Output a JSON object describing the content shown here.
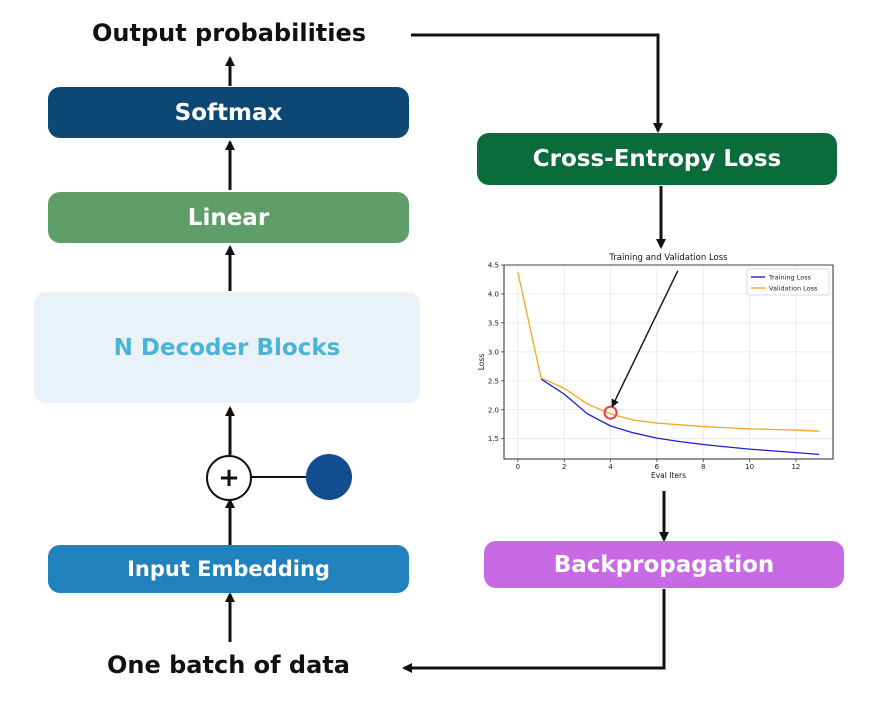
{
  "labels": {
    "output": "Output probabilities",
    "input": "One batch of data"
  },
  "blocks": {
    "softmax": {
      "label": "Softmax",
      "color": "#0d4874",
      "text_color": "#ffffff"
    },
    "linear": {
      "label": "Linear",
      "color": "#5f9e68",
      "text_color": "#ffffff"
    },
    "decoder": {
      "label": "N Decoder Blocks",
      "color": "#eaf2f9",
      "text_color": "#4ab4d6"
    },
    "embedding": {
      "label": "Input Embedding",
      "color": "#2181bd",
      "text_color": "#ffffff"
    },
    "cross_entropy": {
      "label": "Cross-Entropy Loss",
      "color": "#0a6b3b",
      "text_color": "#ffffff"
    },
    "backprop": {
      "label": "Backpropagation",
      "color": "#c86ae3",
      "text_color": "#ffffff"
    }
  },
  "add_node": {
    "symbol": "+"
  },
  "positional_dot": {
    "color": "#124d8f"
  },
  "chart_data": {
    "type": "line",
    "title": "Training and Validation Loss",
    "xlabel": "Eval Iters",
    "ylabel": "Loss",
    "xlim": [
      -0.6,
      13.6
    ],
    "ylim": [
      1.15,
      4.5
    ],
    "xticks": [
      "0",
      "2",
      "4",
      "6",
      "8",
      "10",
      "12"
    ],
    "yticks": [
      "1.5",
      "2.0",
      "2.5",
      "3.0",
      "3.5",
      "4.0",
      "4.5"
    ],
    "grid": true,
    "legend_position": "top-right",
    "series": [
      {
        "name": "Training Loss",
        "color": "#1f1fd6",
        "x": [
          1,
          2,
          3,
          4,
          5,
          6,
          7,
          8,
          9,
          10,
          11,
          12,
          13
        ],
        "y": [
          2.53,
          2.27,
          1.93,
          1.72,
          1.6,
          1.51,
          1.45,
          1.4,
          1.36,
          1.32,
          1.29,
          1.26,
          1.23
        ]
      },
      {
        "name": "Validation Loss",
        "color": "#f5a623",
        "x": [
          0,
          1,
          2,
          3,
          4,
          5,
          6,
          7,
          8,
          9,
          10,
          11,
          12,
          13
        ],
        "y": [
          4.37,
          2.55,
          2.37,
          2.1,
          1.93,
          1.82,
          1.77,
          1.74,
          1.71,
          1.69,
          1.67,
          1.66,
          1.65,
          1.63
        ]
      }
    ],
    "highlight": {
      "x": 4,
      "y": 1.95,
      "color": "#f03c3c"
    }
  }
}
